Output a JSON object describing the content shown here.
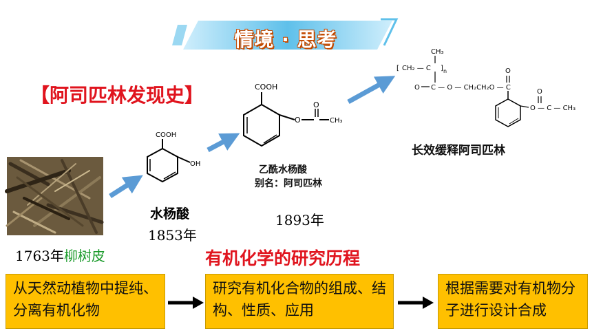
{
  "banner": {
    "title": "情境 · 思考"
  },
  "history": {
    "title": "【阿司匹林发现史】",
    "willow": {
      "year": "1763年",
      "name": "柳树皮"
    },
    "salicylic": {
      "name": "水杨酸",
      "year": "1853年",
      "cooh": "COOH",
      "oh": "OH"
    },
    "aspirin": {
      "name": "乙酰水杨酸",
      "alias": "别名：阿司匹林",
      "year": "1893年",
      "cooh": "COOH",
      "o1": "O",
      "o2": "O",
      "ch3": "CH₃"
    },
    "polymer": {
      "name": "长效缓释阿司匹林",
      "ch3": "CH₃",
      "chain": "CH₂ — C",
      "ester": "C — O — CH₂CH₂O — C",
      "o_top": "O",
      "o_left": "O",
      "acetyl": "O — C — CH₃",
      "acetyl_o": "O",
      "n": "n"
    }
  },
  "research": {
    "title": "有机化学的研究历程",
    "stages": [
      "从天然动植物中提纯、分离有机化物",
      "研究有机化合物的组成、结构、性质、应用",
      "根据需要对有机物分子进行设计合成"
    ]
  },
  "colors": {
    "accent_red": "#e0141e",
    "box_yellow": "#ffc000",
    "arrow_blue": "#5b9bd5",
    "banner_blue": "#4fb0e0",
    "willow_green": "#1a9a2a"
  }
}
